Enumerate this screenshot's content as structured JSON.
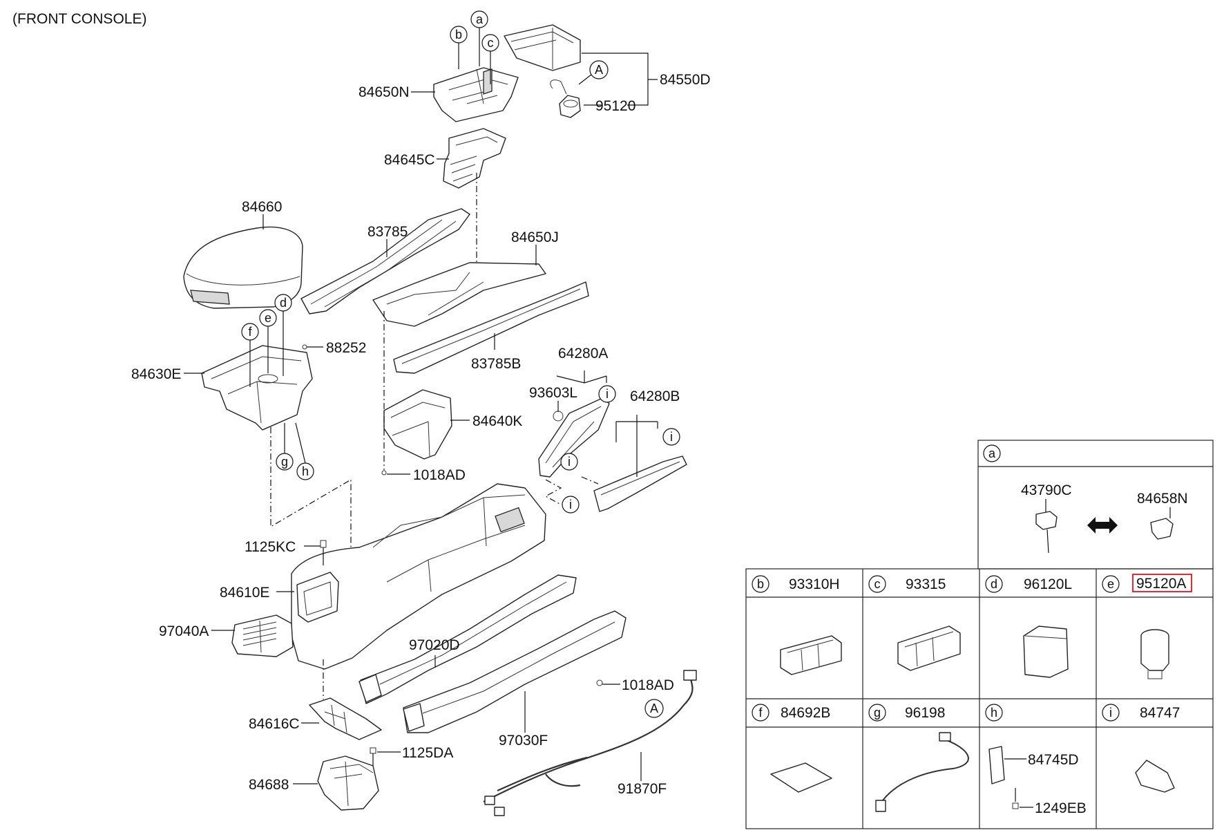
{
  "title": "(FRONT CONSOLE)",
  "callout_letters": {
    "a": "a",
    "b": "b",
    "c": "c",
    "d": "d",
    "e": "e",
    "f": "f",
    "g": "g",
    "h": "h",
    "i": "i",
    "A": "A"
  },
  "part_labels": {
    "p84650N": "84650N",
    "p84550D": "84550D",
    "p95120": "95120",
    "p84645C": "84645C",
    "p84660": "84660",
    "p83785": "83785",
    "p84650J": "84650J",
    "p88252": "88252",
    "p84630E": "84630E",
    "p83785B": "83785B",
    "p64280A": "64280A",
    "p93603L": "93603L",
    "p64280B": "64280B",
    "p84640K": "84640K",
    "p1018AD_upper": "1018AD",
    "p1125KC": "1125KC",
    "p84610E": "84610E",
    "p97040A": "97040A",
    "p97020D": "97020D",
    "p1018AD_lower": "1018AD",
    "p84616C": "84616C",
    "p97030F": "97030F",
    "p1125DA": "1125DA",
    "p84688": "84688",
    "p91870F": "91870F"
  },
  "legend_table": {
    "a": {
      "letter": "a",
      "part_left": "43790C",
      "part_right": "84658N"
    },
    "b": {
      "letter": "b",
      "part": "93310H"
    },
    "c": {
      "letter": "c",
      "part": "93315"
    },
    "d": {
      "letter": "d",
      "part": "96120L"
    },
    "e": {
      "letter": "e",
      "part": "95120A",
      "highlighted": true
    },
    "f": {
      "letter": "f",
      "part": "84692B"
    },
    "g": {
      "letter": "g",
      "part": "96198"
    },
    "h": {
      "letter": "h",
      "part": "",
      "sub_parts": [
        "84745D",
        "1249EB"
      ]
    },
    "i": {
      "letter": "i",
      "part": "84747"
    }
  },
  "colors": {
    "highlight": "#e0141e",
    "line": "#111111"
  }
}
